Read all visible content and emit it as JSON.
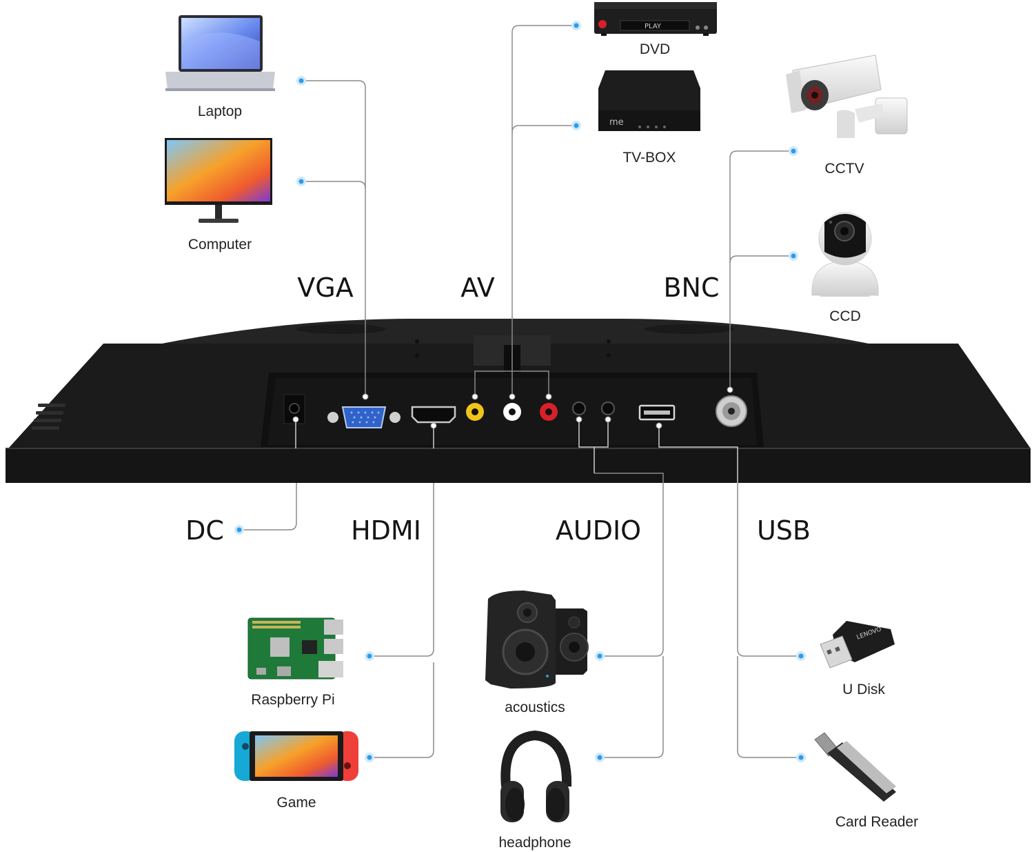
{
  "ports": {
    "vga": "VGA",
    "av": "AV",
    "bnc": "BNC",
    "dc": "DC",
    "hdmi": "HDMI",
    "audio": "AUDIO",
    "usb": "USB"
  },
  "devices": {
    "laptop": "Laptop",
    "computer": "Computer",
    "dvd": "DVD",
    "tvbox": "TV-BOX",
    "cctv": "CCTV",
    "ccd": "CCD",
    "raspberry_pi": "Raspberry Pi",
    "game": "Game",
    "acoustics": "acoustics",
    "headphone": "headphone",
    "u_disk": "U Disk",
    "card_reader": "Card Reader"
  },
  "artwork_text": {
    "dvd_display": "PLAY",
    "tvbox_logo": "me",
    "usb_stick_brand": "LENOVO"
  },
  "colors": {
    "monitor_body": "#1e1e1e",
    "connector_dot": "#2f9be6",
    "wire": "#8a8a8a",
    "vga_port": "#2f63c9",
    "av_video": "#f0c419",
    "av_left": "#ffffff",
    "av_right": "#d8202a"
  },
  "icons": [
    "laptop-icon",
    "monitor-icon",
    "dvd-player-icon",
    "tv-box-icon",
    "cctv-camera-icon",
    "dome-camera-icon",
    "raspberry-pi-icon",
    "game-console-icon",
    "speaker-icon",
    "headphone-icon",
    "usb-disk-icon",
    "card-reader-icon"
  ]
}
